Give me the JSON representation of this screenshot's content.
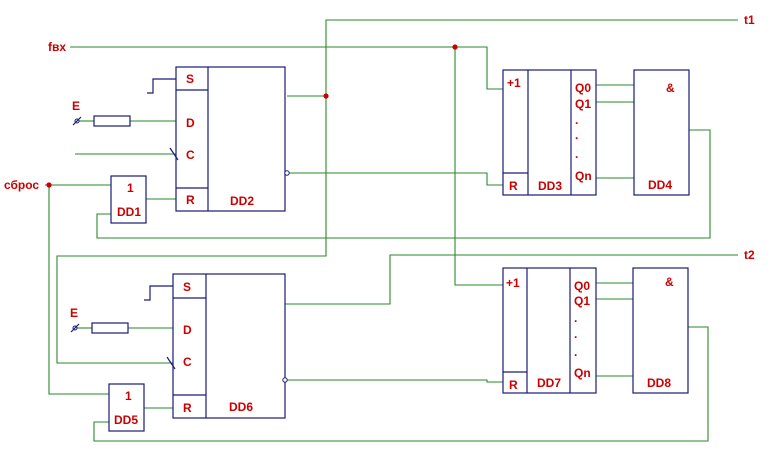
{
  "signals": {
    "fvx": "fвх",
    "reset": "сброс",
    "t1": "t1",
    "t2": "t2",
    "e_top": "E",
    "e_bottom": "E"
  },
  "blocks": {
    "dd1": {
      "name": "DD1",
      "func": "1"
    },
    "dd2": {
      "name": "DD2",
      "s": "S",
      "d": "D",
      "c": "C",
      "r": "R"
    },
    "dd3": {
      "name": "DD3",
      "plus": "+1",
      "r": "R",
      "q0": "Q0",
      "q1": "Q1",
      "qn": "Qn",
      "dot": "."
    },
    "dd4": {
      "name": "DD4",
      "func": "&"
    },
    "dd5": {
      "name": "DD5",
      "func": "1"
    },
    "dd6": {
      "name": "DD6",
      "s": "S",
      "d": "D",
      "c": "C",
      "r": "R"
    },
    "dd7": {
      "name": "DD7",
      "plus": "+1",
      "r": "R",
      "q0": "Q0",
      "q1": "Q1",
      "qn": "Qn",
      "dot": "."
    },
    "dd8": {
      "name": "DD8",
      "func": "&"
    }
  },
  "colors": {
    "wire": "#2a8a2a",
    "block": "#1a1a7a",
    "label": "#cc0000",
    "background": "#ffffff"
  }
}
